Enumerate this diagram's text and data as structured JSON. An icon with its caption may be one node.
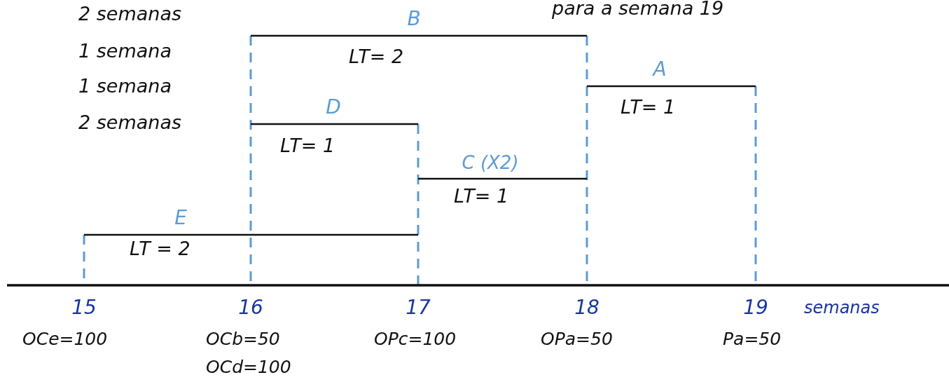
{
  "diagram": {
    "labels": [
      "2 semanas",
      "para a semana 19",
      "B",
      "1 semana",
      "LT= 2",
      "A",
      "1 semana",
      "D",
      "LT= 1",
      "2 semanas",
      "LT= 1",
      "C (X2)",
      "LT= 1",
      "E",
      "LT = 2",
      "15",
      "16",
      "17",
      "18",
      "19",
      "semanas",
      "OCe=100",
      "OCb=50",
      "OPc=100",
      "OPa=50",
      "Pa=50",
      "OCd=100"
    ]
  }
}
